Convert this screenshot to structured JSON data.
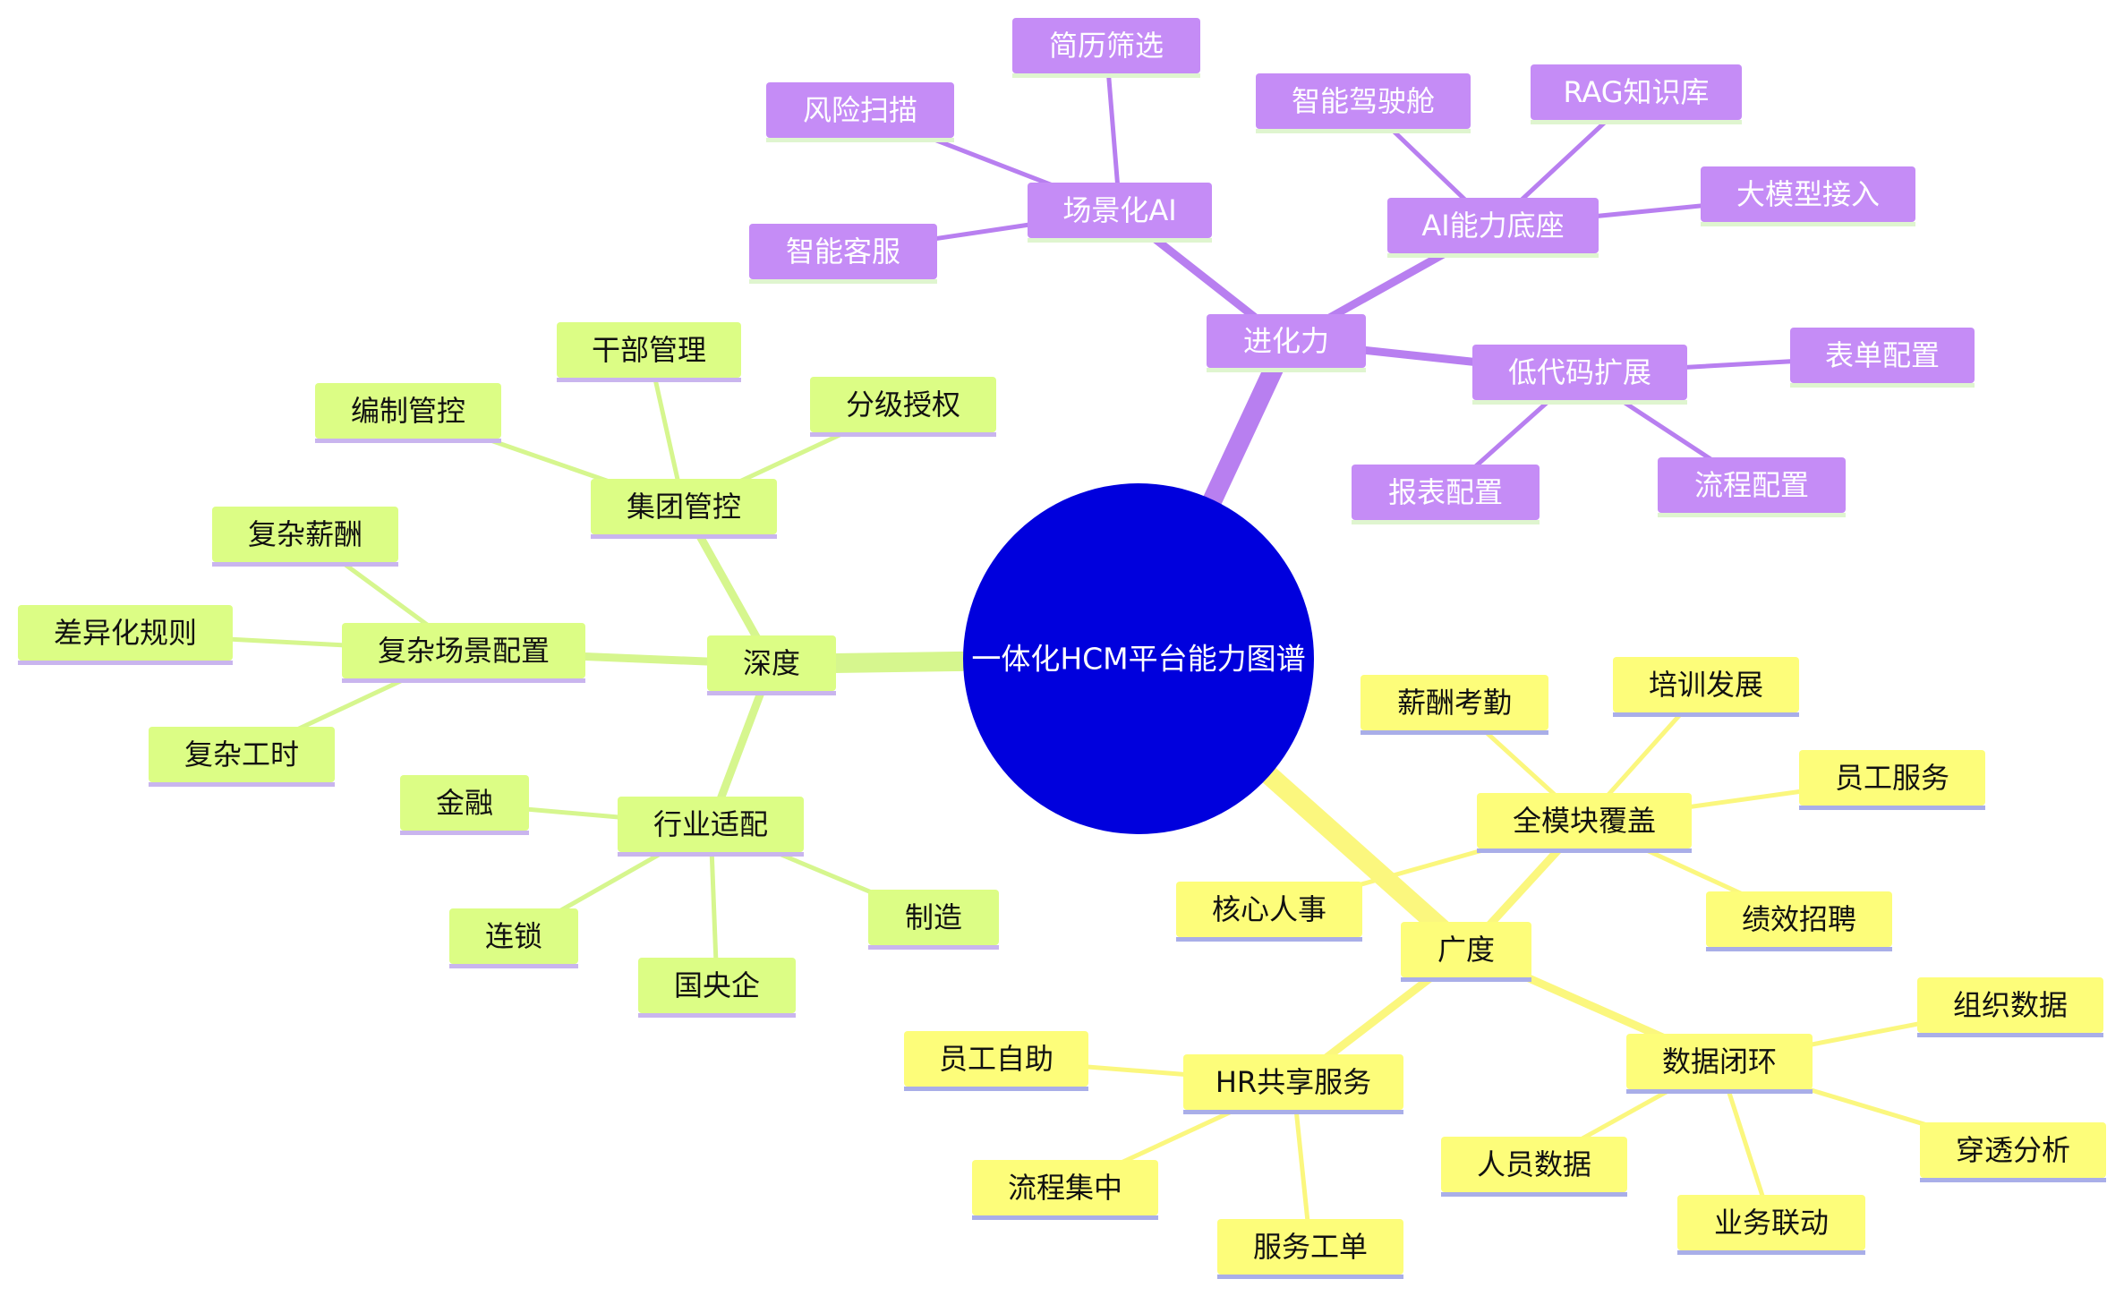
{
  "center": {
    "label": "一体化HCM平台能力图谱",
    "color": "#0000dd"
  },
  "colors": {
    "purple": {
      "fill": "#c58cf6",
      "line": "#b87ff0",
      "text": "#ffffff",
      "under": "#dff5cf"
    },
    "green": {
      "fill": "#dcfd85",
      "line": "#d6f68e",
      "text": "#111111",
      "under": "#c9b5ee"
    },
    "yellow": {
      "fill": "#fdfd7a",
      "line": "#fbf77e",
      "text": "#111111",
      "under": "#a9aee8"
    }
  },
  "branches": {
    "evolution": {
      "label": "进化力",
      "children": {
        "scene_ai": {
          "label": "场景化AI",
          "children": [
            "简历筛选",
            "风险扫描",
            "智能客服"
          ]
        },
        "ai_base": {
          "label": "AI能力底座",
          "children": [
            "智能驾驶舱",
            "RAG知识库",
            "大模型接入"
          ]
        },
        "lowcode": {
          "label": "低代码扩展",
          "children": [
            "表单配置",
            "流程配置",
            "报表配置"
          ]
        }
      }
    },
    "depth": {
      "label": "深度",
      "children": {
        "group": {
          "label": "集团管控",
          "children": [
            "干部管理",
            "编制管控",
            "分级授权"
          ]
        },
        "complex": {
          "label": "复杂场景配置",
          "children": [
            "复杂薪酬",
            "差异化规则",
            "复杂工时"
          ]
        },
        "industry": {
          "label": "行业适配",
          "children": [
            "金融",
            "连锁",
            "国央企",
            "制造"
          ]
        }
      }
    },
    "breadth": {
      "label": "广度",
      "children": {
        "modules": {
          "label": "全模块覆盖",
          "children": [
            "薪酬考勤",
            "培训发展",
            "员工服务",
            "绩效招聘",
            "核心人事"
          ]
        },
        "hrss": {
          "label": "HR共享服务",
          "children": [
            "员工自助",
            "流程集中",
            "服务工单"
          ]
        },
        "data": {
          "label": "数据闭环",
          "children": [
            "组织数据",
            "穿透分析",
            "业务联动",
            "人员数据"
          ]
        }
      }
    }
  }
}
